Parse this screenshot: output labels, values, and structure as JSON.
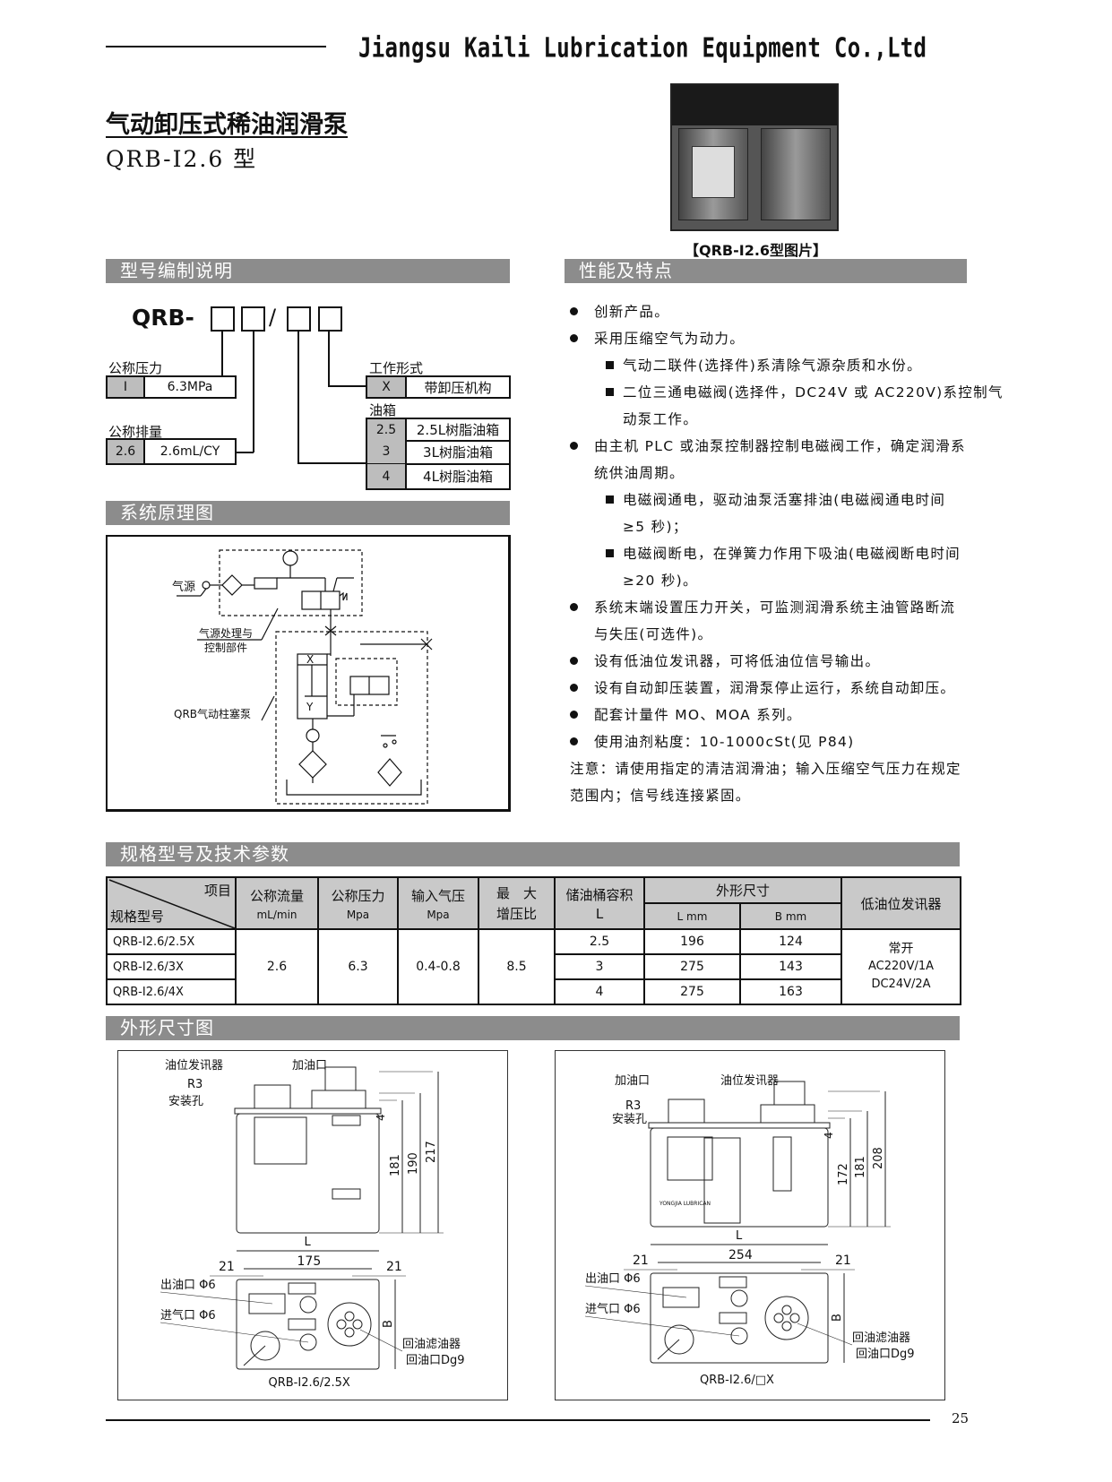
{
  "header": {
    "company": "Jiangsu Kaili Lubrication Equipment Co.,Ltd"
  },
  "product": {
    "title": "气动卸压式稀油润滑泵",
    "model": "QRB-I2.6 型",
    "photo_caption": "【QRB-I2.6型图片】"
  },
  "sections": {
    "code": "型号编制说明",
    "features": "性能及特点",
    "schematic": "系统原理图",
    "specs": "规格型号及技术参数",
    "dimensions": "外形尺寸图"
  },
  "code": {
    "prefix": "QRB-",
    "slash": "/",
    "pressure": {
      "label": "公称压力",
      "code": "I",
      "value": "6.3MPa"
    },
    "displacement": {
      "label": "公称排量",
      "code": "2.6",
      "value": "2.6mL/CY"
    },
    "work_type": {
      "label": "工作形式",
      "code": "X",
      "value": "带卸压机构"
    },
    "tank": {
      "label": "油箱",
      "rows": [
        {
          "code": "2.5",
          "value": "2.5L树脂油箱"
        },
        {
          "code": "3",
          "value": "3L树脂油箱"
        },
        {
          "code": "4",
          "value": "4L树脂油箱"
        }
      ]
    }
  },
  "features": [
    {
      "type": "bullet",
      "text": "创新产品。"
    },
    {
      "type": "bullet",
      "text": "采用压缩空气为动力。"
    },
    {
      "type": "sub",
      "text": "气动二联件(选择件)系清除气源杂质和水份。"
    },
    {
      "type": "sub",
      "text": "二位三通电磁阀(选择件，DC24V 或 AC220V)系控制气"
    },
    {
      "type": "subcont",
      "text": "动泵工作。"
    },
    {
      "type": "bullet",
      "text": "由主机 PLC 或油泵控制器控制电磁阀工作，确定润滑系"
    },
    {
      "type": "cont",
      "text": "统供油周期。"
    },
    {
      "type": "sub",
      "text": "电磁阀通电，驱动油泵活塞排油(电磁阀通电时间"
    },
    {
      "type": "subcont",
      "text": "≥5 秒)；"
    },
    {
      "type": "sub",
      "text": "电磁阀断电，在弹簧力作用下吸油(电磁阀断电时间"
    },
    {
      "type": "subcont",
      "text": "≥20 秒)。"
    },
    {
      "type": "bullet",
      "text": "系统末端设置压力开关，可监测润滑系统主油管路断流"
    },
    {
      "type": "cont",
      "text": "与失压(可选件)。"
    },
    {
      "type": "bullet",
      "text": "设有低油位发讯器，可将低油位信号输出。"
    },
    {
      "type": "bullet",
      "text": "设有自动卸压装置，润滑泵停止运行，系统自动卸压。"
    },
    {
      "type": "bullet",
      "text": "配套计量件 MO、MOA 系列。"
    },
    {
      "type": "bullet",
      "text": "使用油剂粘度：10-1000cSt(见 P84)"
    },
    {
      "type": "note",
      "text": "注意：请使用指定的清洁润滑油；输入压缩空气压力在规定"
    },
    {
      "type": "note",
      "text": "范围内；信号线连接紧固。"
    }
  ],
  "schematic": {
    "air_source": "气源",
    "air_unit": "气源处理与",
    "air_unit2": "控制部件",
    "pump": "QRB气动柱塞泵",
    "port_x": "X",
    "port_y": "Y"
  },
  "specs": {
    "headers": {
      "item": "项目",
      "model": "规格型号",
      "flow": "公称流量",
      "flow_unit": "mL/min",
      "pressure": "公称压力",
      "pressure_unit": "Mpa",
      "air": "输入气压",
      "air_unit": "Mpa",
      "ratio": "最　大",
      "ratio2": "增压比",
      "volume": "储油桶容积",
      "volume_unit": "L",
      "dims": "外形尺寸",
      "dim_l": "L  mm",
      "dim_b": "B  mm",
      "level": "低油位发讯器"
    },
    "shared": {
      "flow": "2.6",
      "pressure": "6.3",
      "air": "0.4-0.8",
      "ratio": "8.5",
      "level1": "常开",
      "level2": "AC220V/1A",
      "level3": "DC24V/2A"
    },
    "rows": [
      {
        "model": "QRB-I2.6/2.5X",
        "volume": "2.5",
        "L": "196",
        "B": "124"
      },
      {
        "model": "QRB-I2.6/3X",
        "volume": "3",
        "L": "275",
        "B": "143"
      },
      {
        "model": "QRB-I2.6/4X",
        "volume": "4",
        "L": "275",
        "B": "163"
      }
    ]
  },
  "drawings": {
    "left": {
      "level": "油位发讯器",
      "fill": "加油口",
      "r3": "R3",
      "mount": "安装孔",
      "d4": "4",
      "h1": "181",
      "h2": "190",
      "h3": "217",
      "L": "L",
      "w": "175",
      "m1": "21",
      "m2": "21",
      "B": "B",
      "out": "出油口 Φ6",
      "in": "进气口 Φ6",
      "filter": "回油滤油器",
      "ret": "回油口Dg9",
      "caption": "QRB-I2.6/2.5X"
    },
    "right": {
      "level": "油位发讯器",
      "fill": "加油口",
      "r3": "R3",
      "mount": "安装孔",
      "d4": "4",
      "h1": "172",
      "h2": "181",
      "h3": "208",
      "L": "L",
      "w": "254",
      "m1": "21",
      "m2": "21",
      "B": "B",
      "out": "出油口 Φ6",
      "in": "进气口 Φ6",
      "filter": "回油滤油器",
      "ret": "回油口Dg9",
      "caption": "QRB-I2.6/□X",
      "brand": "YONGJIA LUBRICAN"
    }
  },
  "footer": {
    "page": "25"
  }
}
